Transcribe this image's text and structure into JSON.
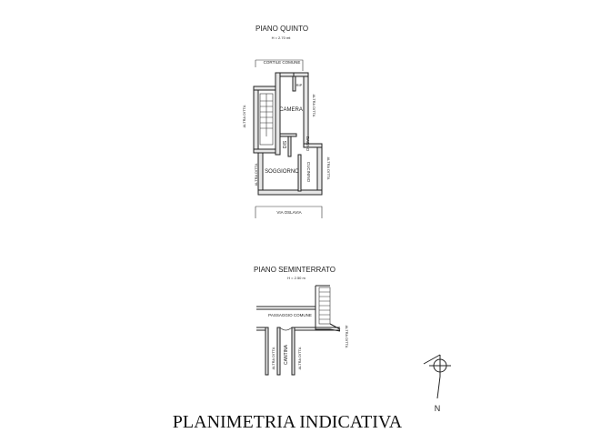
{
  "upper_floor": {
    "title": "PIANO QUINTO",
    "height": "H = 2.70 mt",
    "courtyard": "CORTILE COMUNE",
    "rip": "RIP",
    "camera": "CAMERA",
    "dis": "DIS",
    "bagno": "BAGNO",
    "soggiorno": "SOGGIORNO",
    "cucinino": "CUCININO",
    "altra_ditta": "ALTRA DITTA",
    "street": "VIA OSLAVIA"
  },
  "lower_floor": {
    "title": "PIANO SEMINTERRATO",
    "height": "H = 2.50 m",
    "passage": "PASSAGGIO COMUNE",
    "cantina": "CANTINA",
    "altra_ditta": "ALTRA DITTA"
  },
  "compass": {
    "north": "N"
  },
  "footer": {
    "title": "PLANIMETRIA INDICATIVA"
  },
  "colors": {
    "wall": "#e6e6e6",
    "ink": "#222222"
  }
}
